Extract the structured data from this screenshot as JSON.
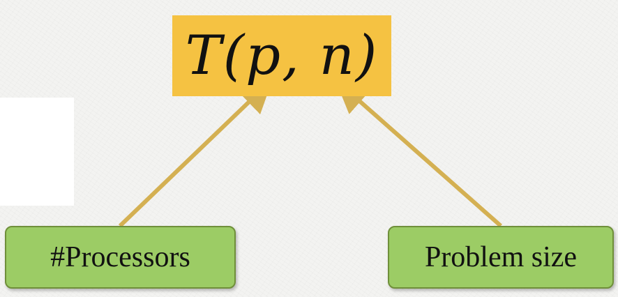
{
  "formula": {
    "text": "T(p, n)"
  },
  "labels": {
    "processors": "#Processors",
    "problem_size": "Problem size"
  },
  "colors": {
    "formula_background": "#f5c242",
    "label_background": "#9ccc65",
    "label_border": "#6f8f3a",
    "arrow": "#d4b052",
    "page_background": "#f3f3f1"
  }
}
